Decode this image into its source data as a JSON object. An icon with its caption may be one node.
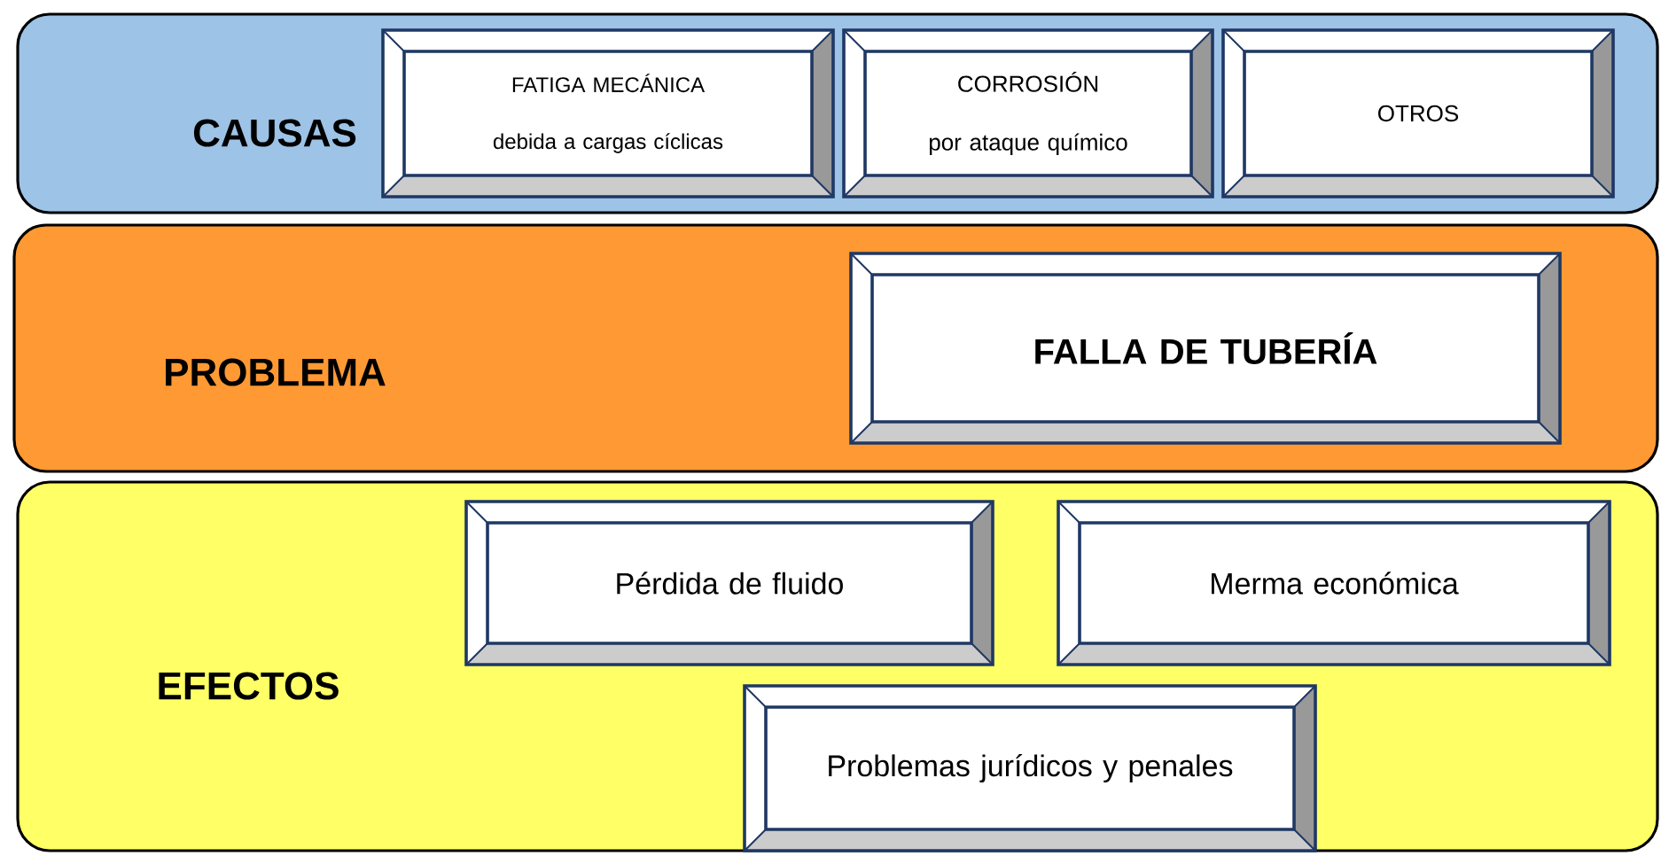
{
  "diagram": {
    "nodes": [
      {
        "text": [
          "CAUSAS"
        ]
      },
      {
        "text": [
          "FATIGA MECÁNICA",
          "debida a cargas cíclicas"
        ],
        "in": 0
      },
      {
        "text": [
          "CORROSIÓN",
          "por ataque químico"
        ],
        "in": 0
      },
      {
        "text": [
          "OTROS"
        ],
        "in": 0
      },
      {
        "text": [
          "PROBLEMA"
        ]
      },
      {
        "text": [
          "FALLA DE TUBERÍA"
        ],
        "in": 4
      },
      {
        "text": [
          "EFECTOS"
        ]
      },
      {
        "text": [
          "Pérdida de fluido"
        ],
        "in": 6
      },
      {
        "text": [
          "Merma económica"
        ],
        "in": 6
      },
      {
        "text": [
          "Problemas jurídicos y penales"
        ],
        "in": 6
      }
    ],
    "edges": []
  }
}
